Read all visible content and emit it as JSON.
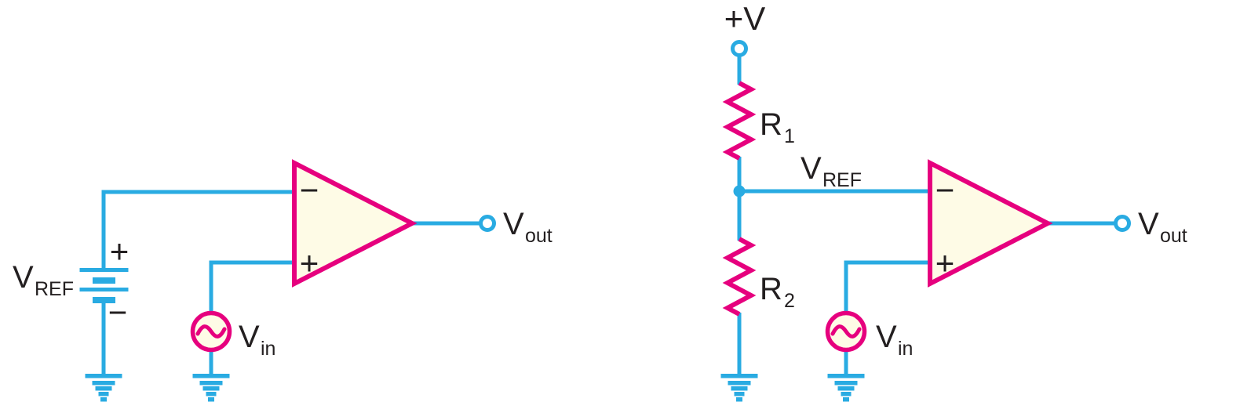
{
  "colors": {
    "wire": "#29ABE2",
    "component": "#E6007E",
    "fill": "#FEFBE6",
    "text": "#231F20"
  },
  "left": {
    "vref": {
      "main": "V",
      "sub": "REF"
    },
    "battery": {
      "plus": "+",
      "minus": "−"
    },
    "opamp": {
      "inverting": "−",
      "noninverting": "+"
    },
    "vin": {
      "main": "V",
      "sub": "in"
    },
    "vout": {
      "main": "V",
      "sub": "out"
    }
  },
  "right": {
    "supply": "+V",
    "r1": {
      "main": "R",
      "sub": "1"
    },
    "r2": {
      "main": "R",
      "sub": "2"
    },
    "vref": {
      "main": "V",
      "sub": "REF"
    },
    "opamp": {
      "inverting": "−",
      "noninverting": "+"
    },
    "vin": {
      "main": "V",
      "sub": "in"
    },
    "vout": {
      "main": "V",
      "sub": "out"
    }
  }
}
